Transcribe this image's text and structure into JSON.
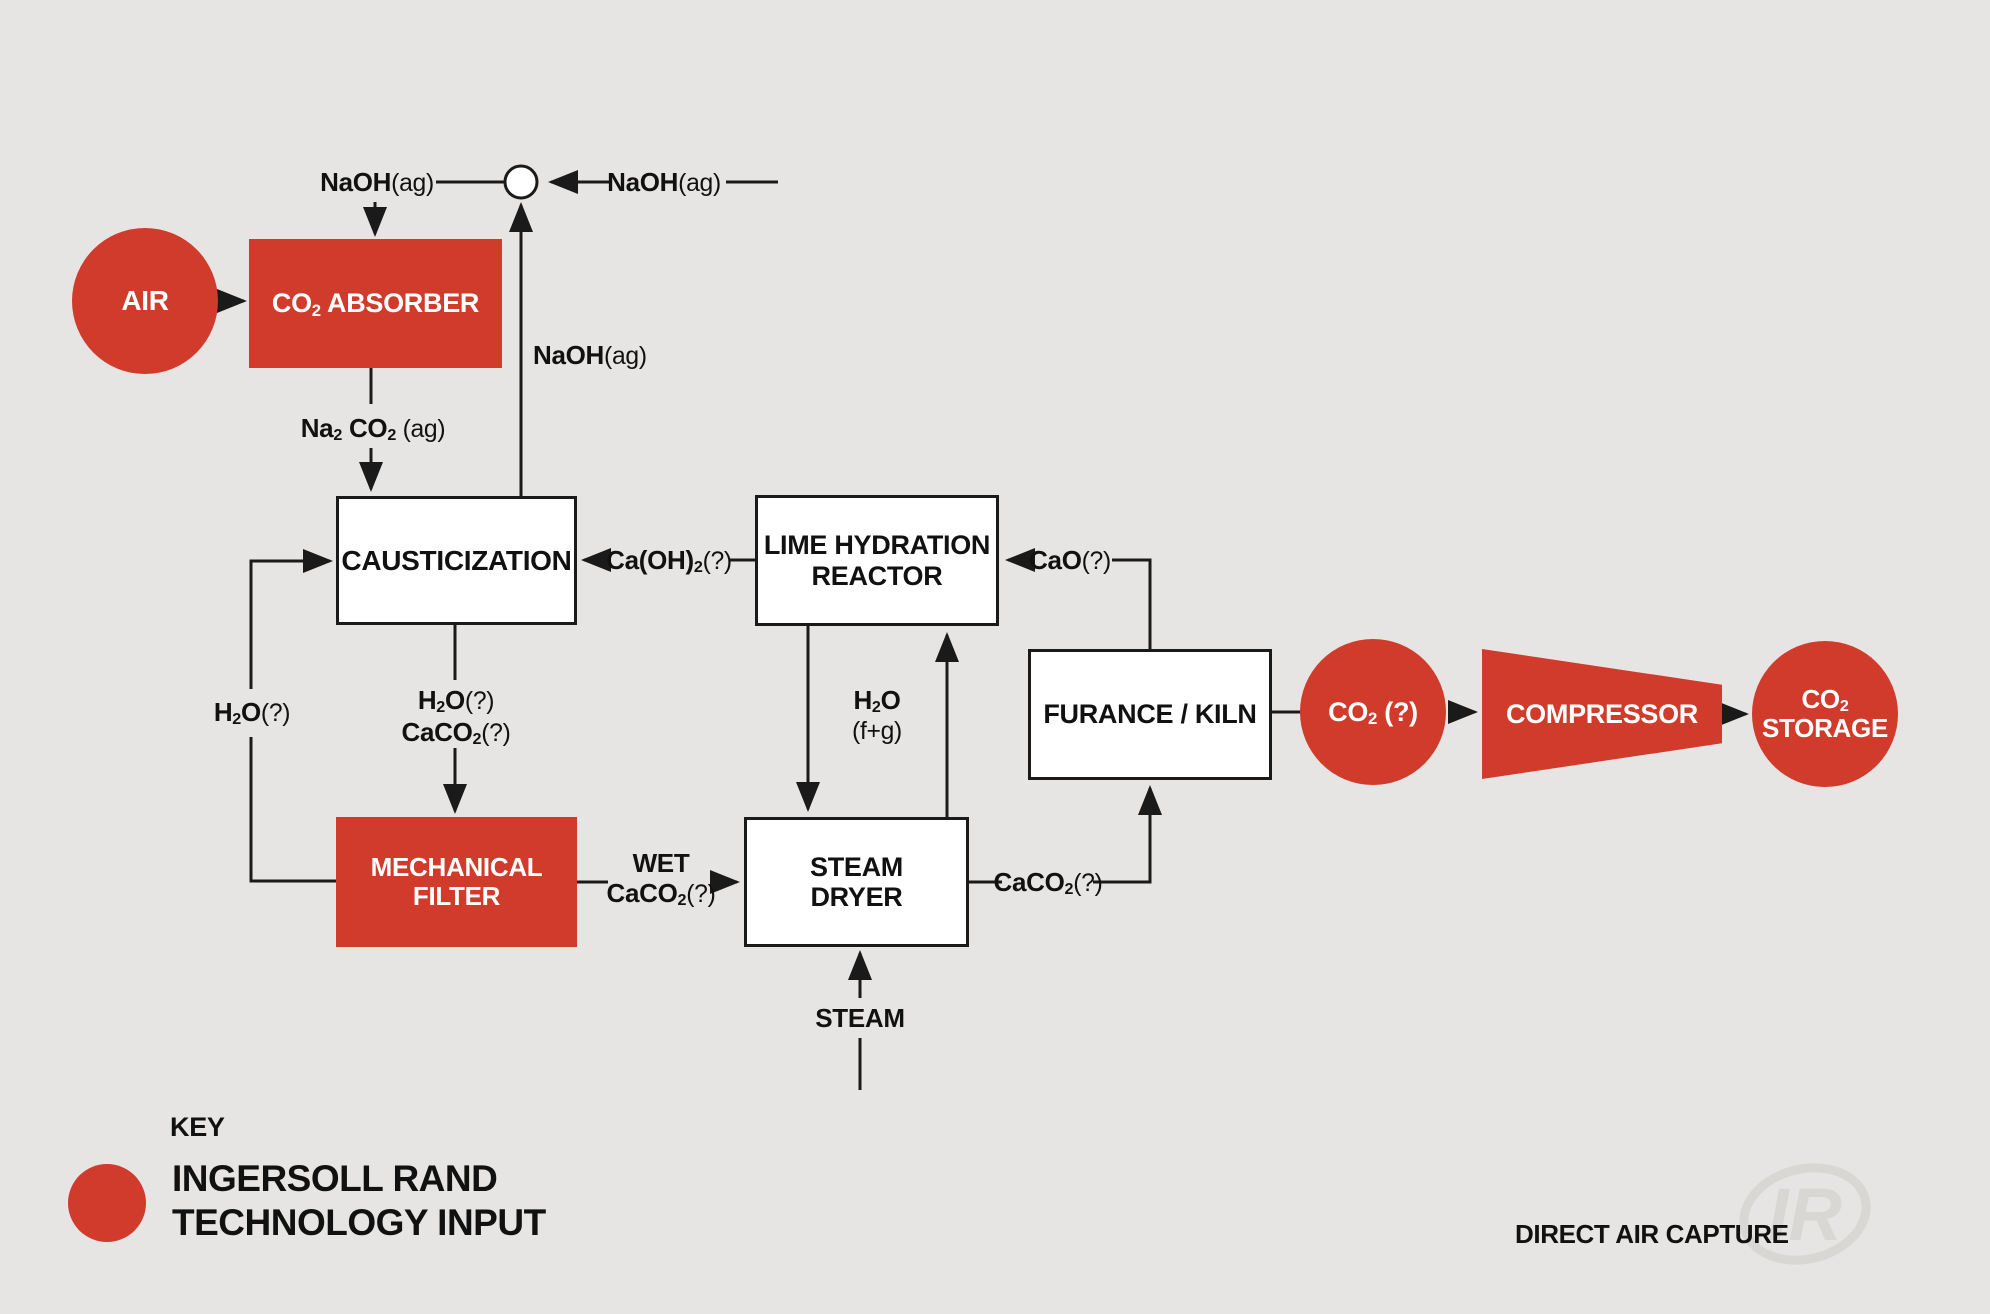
{
  "colors": {
    "brand_red": "#D03B2B",
    "background": "#E6E5E3",
    "line": "#1A1A1A",
    "watermark": "#D8D7D4"
  },
  "nodes": {
    "air": {
      "label": "AIR"
    },
    "absorber": {
      "label_runs": [
        {
          "t": "CO",
          "s": "b"
        },
        {
          "t": "2",
          "s": "bs"
        },
        {
          "t": " ABSORBER",
          "s": "b"
        }
      ]
    },
    "causticization": {
      "label": "CAUSTICIZATION"
    },
    "lime": {
      "line1": "LIME HYDRATION",
      "line2": "REACTOR"
    },
    "furnace": {
      "label": "FURANCE / KILN"
    },
    "co2_out": {
      "label_runs": [
        {
          "t": "CO",
          "s": "b"
        },
        {
          "t": "2",
          "s": "bs"
        },
        {
          "t": " (?)",
          "s": "b"
        }
      ]
    },
    "compressor": {
      "label": "COMPRESSOR"
    },
    "storage": {
      "line1_runs": [
        {
          "t": "CO",
          "s": "b"
        },
        {
          "t": "2",
          "s": "bs"
        }
      ],
      "line2": "STORAGE"
    },
    "mech_filter": {
      "line1": "MECHANICAL",
      "line2": "FILTER"
    },
    "steam_dryer": {
      "line1": "STEAM",
      "line2": "DRYER"
    }
  },
  "labels": {
    "naoh_top_left": [
      {
        "t": "NaOH",
        "s": "b"
      },
      {
        "t": "(ag)",
        "s": "r"
      }
    ],
    "naoh_top_right": [
      {
        "t": "NaOH",
        "s": "b"
      },
      {
        "t": "(ag)",
        "s": "r"
      }
    ],
    "naoh_mid": [
      {
        "t": "NaOH",
        "s": "b"
      },
      {
        "t": "(ag)",
        "s": "r"
      }
    ],
    "na2co2": [
      {
        "t": "Na",
        "s": "b"
      },
      {
        "t": "2",
        "s": "bs"
      },
      {
        "t": " CO",
        "s": "b"
      },
      {
        "t": "2",
        "s": "bs"
      },
      {
        "t": " (ag)",
        "s": "r"
      }
    ],
    "caoh2": [
      {
        "t": "Ca(OH)",
        "s": "b"
      },
      {
        "t": "2",
        "s": "bs"
      },
      {
        "t": "(?)",
        "s": "r"
      }
    ],
    "cao": [
      {
        "t": "CaO",
        "s": "b"
      },
      {
        "t": "(?)",
        "s": "r"
      }
    ],
    "h2o_left": [
      {
        "t": "H",
        "s": "b"
      },
      {
        "t": "2",
        "s": "bs"
      },
      {
        "t": "O",
        "s": "b"
      },
      {
        "t": "(?)",
        "s": "r"
      }
    ],
    "h2o_down": [
      {
        "t": "H",
        "s": "b"
      },
      {
        "t": "2",
        "s": "bs"
      },
      {
        "t": "O",
        "s": "b"
      },
      {
        "t": "(?)",
        "s": "r"
      }
    ],
    "caco2_down": [
      {
        "t": "CaCO",
        "s": "b"
      },
      {
        "t": "2",
        "s": "bs"
      },
      {
        "t": "(?)",
        "s": "r"
      }
    ],
    "h2o_fg_1": [
      {
        "t": "H",
        "s": "b"
      },
      {
        "t": "2",
        "s": "bs"
      },
      {
        "t": "O",
        "s": "b"
      }
    ],
    "h2o_fg_2": [
      {
        "t": "(f+g)",
        "s": "r"
      }
    ],
    "wet_line1": "WET",
    "wet_line2": [
      {
        "t": "CaCO",
        "s": "b"
      },
      {
        "t": "2",
        "s": "bs"
      },
      {
        "t": "(?)",
        "s": "r"
      }
    ],
    "caco2_right": [
      {
        "t": "CaCO",
        "s": "b"
      },
      {
        "t": "2",
        "s": "bs"
      },
      {
        "t": "(?)",
        "s": "r"
      }
    ],
    "steam": "STEAM"
  },
  "key": {
    "heading": "KEY",
    "legend_line1": "INGERSOLL RAND",
    "legend_line2": "TECHNOLOGY INPUT"
  },
  "footer": {
    "caption": "DIRECT AIR CAPTURE",
    "watermark": "IR"
  }
}
